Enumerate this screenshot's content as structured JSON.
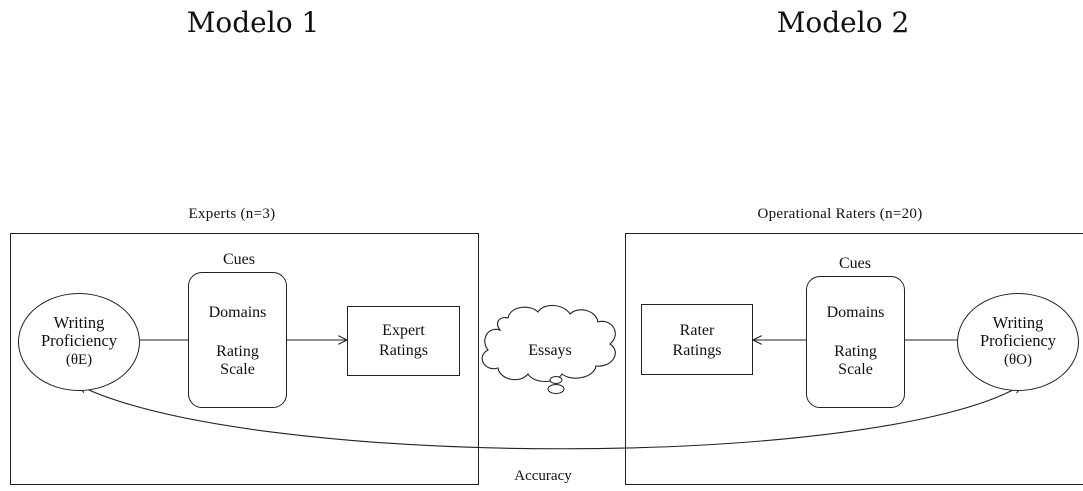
{
  "titles": {
    "left": "Modelo 1",
    "right": "Modelo 2"
  },
  "left_panel": {
    "title": "Experts (n=3)",
    "cues_label": "Cues",
    "circle_line1": "Writing",
    "circle_line2": "Proficiency",
    "circle_line3": "(θE)",
    "cues_domains": "Domains",
    "cues_rating": "Rating",
    "cues_scale": "Scale",
    "ratings_line1": "Expert",
    "ratings_line2": "Ratings"
  },
  "center": {
    "essays": "Essays",
    "accuracy": "Accuracy"
  },
  "right_panel": {
    "title": "Operational Raters (n=20)",
    "cues_label": "Cues",
    "circle_line1": "Writing",
    "circle_line2": "Proficiency",
    "circle_line3": "(θO)",
    "cues_domains": "Domains",
    "cues_rating": "Rating",
    "cues_scale": "Scale",
    "ratings_line1": "Rater",
    "ratings_line2": "Ratings"
  }
}
